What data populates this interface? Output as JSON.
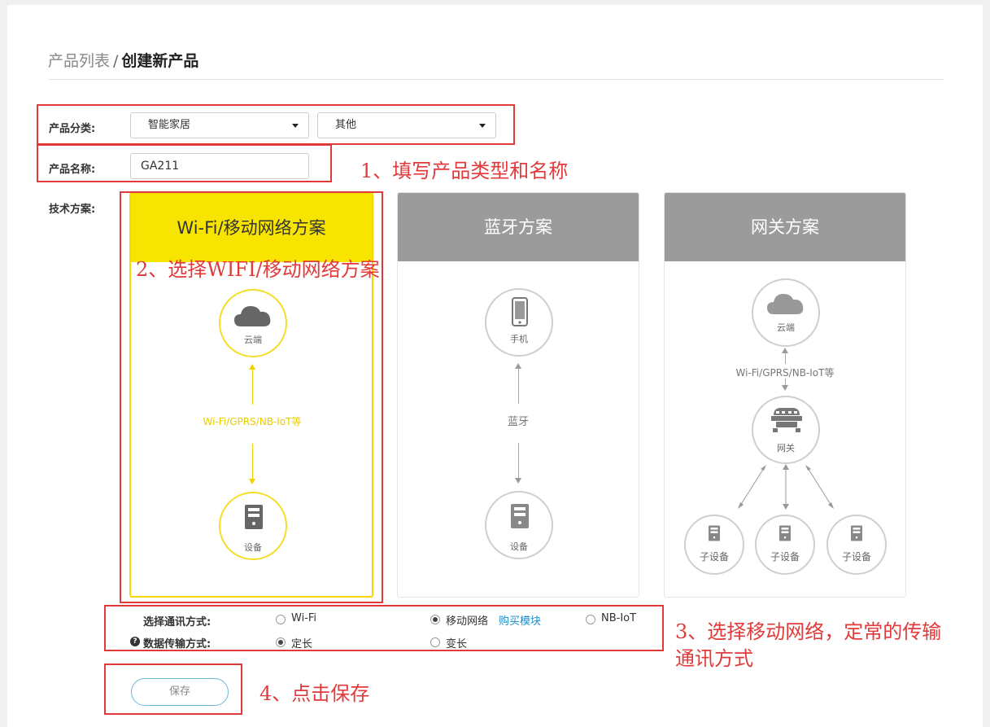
{
  "breadcrumb": {
    "parent": "产品列表",
    "separator": "/",
    "current": "创建新产品"
  },
  "form": {
    "category_label": "产品分类:",
    "category_primary": "智能家居",
    "category_secondary": "其他",
    "name_label": "产品名称:",
    "name_value": "GA211",
    "tech_label": "技术方案:"
  },
  "solutions": [
    {
      "title": "Wi-Fi/移动网络方案",
      "selected": true,
      "top_node": "云端",
      "link": "Wi-Fi/GPRS/NB-IoT等",
      "bottom_node": "设备"
    },
    {
      "title": "蓝牙方案",
      "selected": false,
      "top_node": "手机",
      "link": "蓝牙",
      "bottom_node": "设备"
    },
    {
      "title": "网关方案",
      "selected": false,
      "top_node": "云端",
      "link": "Wi-Fi/GPRS/NB-IoT等",
      "middle_node": "网关",
      "children": [
        "子设备",
        "子设备",
        "子设备"
      ]
    }
  ],
  "comm": {
    "label": "选择通讯方式:",
    "options": [
      {
        "label": "Wi-Fi",
        "checked": false
      },
      {
        "label": "移动网络",
        "checked": true
      },
      {
        "label": "NB-IoT",
        "checked": false
      }
    ],
    "buy_link": "购买模块"
  },
  "transfer": {
    "help_icon": "?",
    "label": "数据传输方式:",
    "options": [
      {
        "label": "定长",
        "checked": true
      },
      {
        "label": "变长",
        "checked": false
      }
    ]
  },
  "save_label": "保存",
  "annotations": {
    "step1": "1、填写产品类型和名称",
    "step2": "2、选择WIFI/移动网络方案",
    "step3_line1": "3、选择移动网络，定常的传输",
    "step3_line2": "通讯方式",
    "step4": "4、点击保存"
  },
  "colors": {
    "accent_yellow": "#f7e400",
    "header_gray": "#9b9b9b",
    "annotation_red": "#e13a3a",
    "link_blue": "#1a8fd0"
  },
  "icons": [
    "caret-down-icon",
    "cloud-icon",
    "server-device-icon",
    "phone-icon",
    "gateway-icon",
    "help-icon"
  ]
}
